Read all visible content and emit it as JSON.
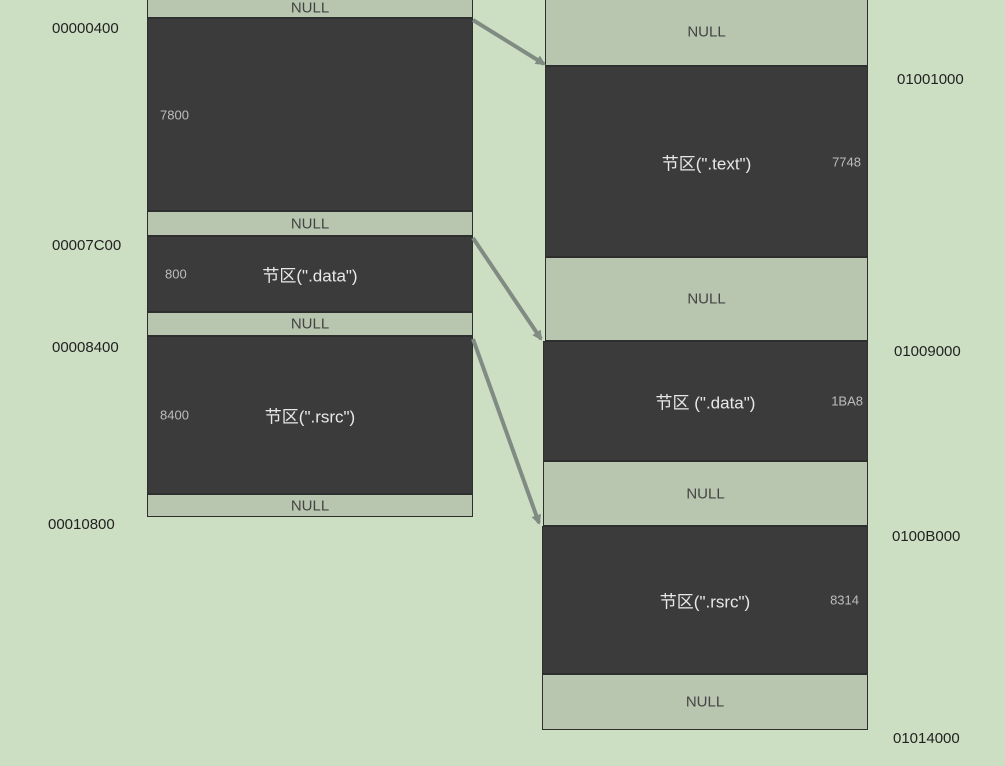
{
  "file_view": {
    "addresses": [
      "00000400",
      "00007C00",
      "00008400",
      "00010800"
    ],
    "blocks": [
      {
        "kind": "null",
        "label": "NULL"
      },
      {
        "kind": "section",
        "size": "7800",
        "label": ""
      },
      {
        "kind": "null",
        "label": "NULL"
      },
      {
        "kind": "section",
        "size": "800",
        "label": "节区(\".data\")"
      },
      {
        "kind": "null",
        "label": "NULL"
      },
      {
        "kind": "section",
        "size": "8400",
        "label": "节区(\".rsrc\")"
      },
      {
        "kind": "null",
        "label": "NULL"
      }
    ]
  },
  "memory_view": {
    "addresses": [
      "01001000",
      "01009000",
      "0100B000",
      "01014000"
    ],
    "blocks": [
      {
        "kind": "null",
        "label": "NULL"
      },
      {
        "kind": "section",
        "size": "7748",
        "label": "节区(\".text\")"
      },
      {
        "kind": "null",
        "label": "NULL"
      },
      {
        "kind": "section",
        "size": "1BA8",
        "label": "节区 (\".data\")"
      },
      {
        "kind": "null",
        "label": "NULL"
      },
      {
        "kind": "section",
        "size": "8314",
        "label": "节区(\".rsrc\")"
      },
      {
        "kind": "null",
        "label": "NULL"
      }
    ]
  },
  "colors": {
    "background": "#cddfc3",
    "section_fill": "#3b3b3b",
    "null_fill": "#b8c6b0",
    "arrow": "#7f8b83"
  }
}
